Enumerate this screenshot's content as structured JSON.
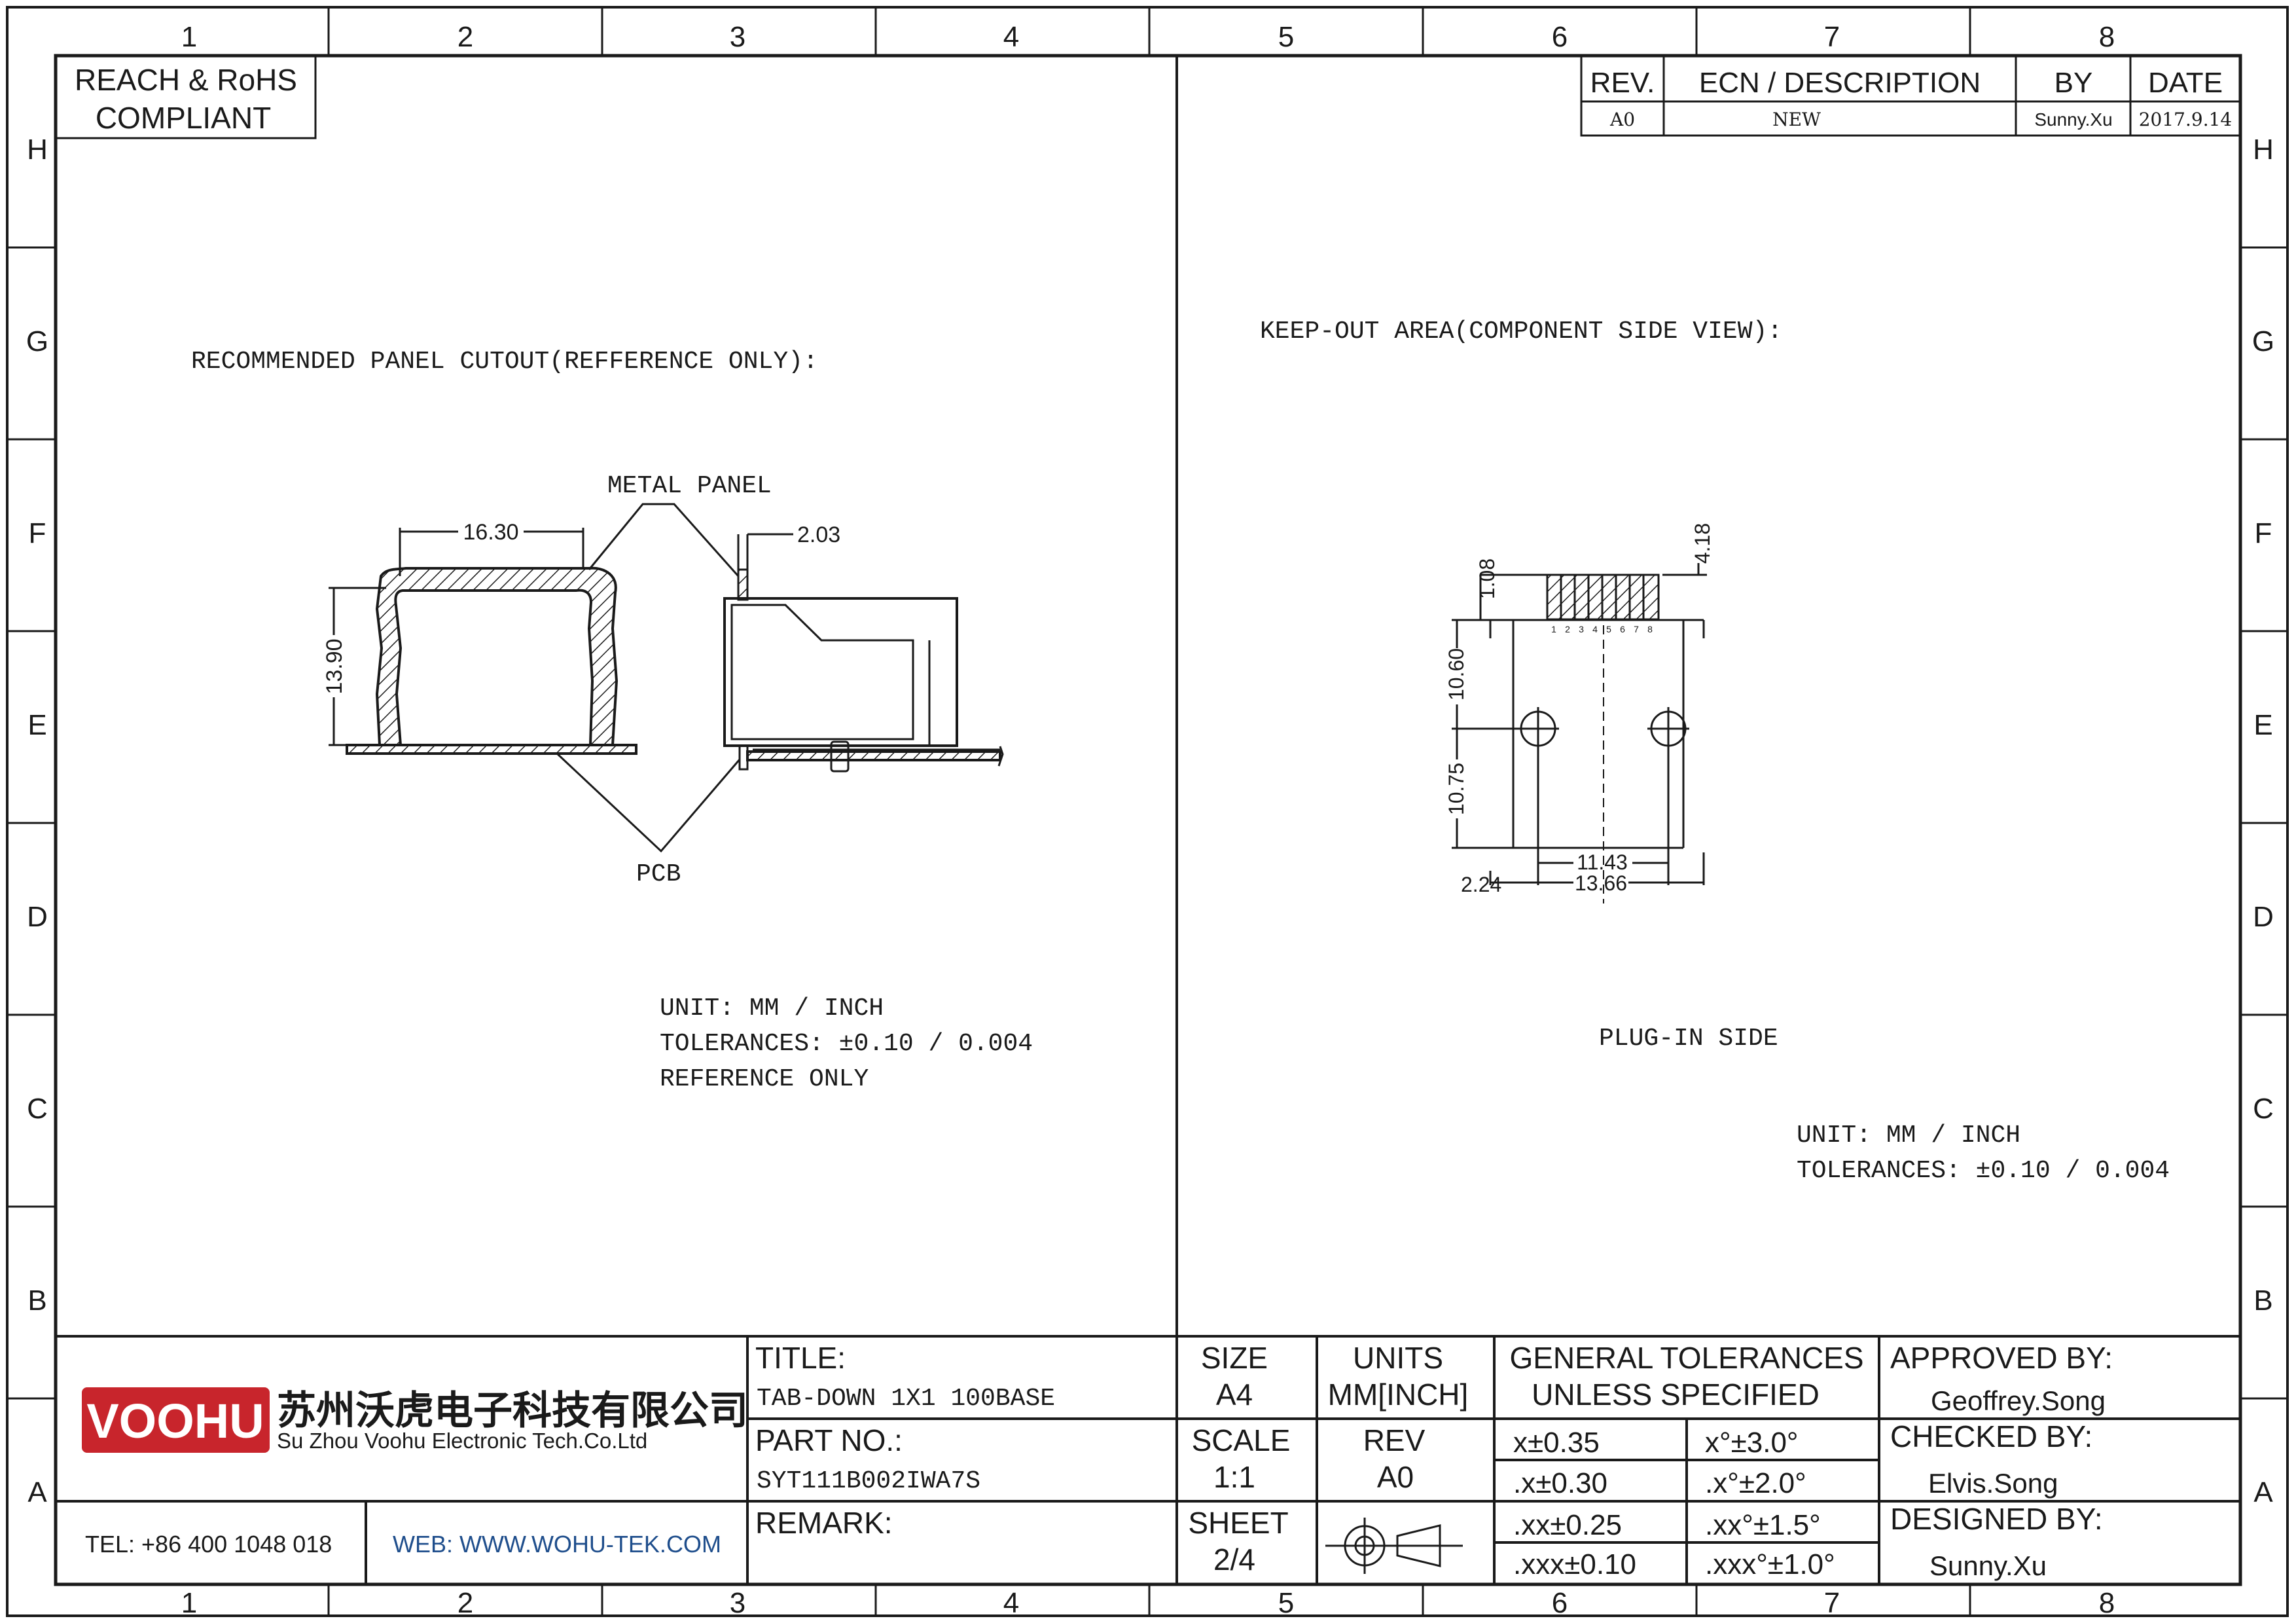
{
  "border": {
    "columns": [
      "1",
      "2",
      "3",
      "4",
      "5",
      "6",
      "7",
      "8"
    ],
    "rows": [
      "H",
      "G",
      "F",
      "E",
      "D",
      "C",
      "B",
      "A"
    ]
  },
  "compliance": {
    "line1": "REACH & RoHS",
    "line2": "COMPLIANT"
  },
  "revision_table": {
    "headers": [
      "REV.",
      "ECN / DESCRIPTION",
      "BY",
      "DATE"
    ],
    "row": [
      "A0",
      "NEW",
      "Sunny.Xu",
      "2017.9.14"
    ]
  },
  "left_view": {
    "heading": "RECOMMENDED PANEL CUTOUT(REFFERENCE ONLY):",
    "metal_panel_label": "METAL PANEL",
    "pcb_label": "PCB",
    "dim_width": "16.30",
    "dim_height": "13.90",
    "dim_panel": "2.03",
    "notes": [
      "UNIT: MM / INCH",
      "TOLERANCES: ±0.10 / 0.004",
      "REFERENCE ONLY"
    ]
  },
  "right_view": {
    "heading": "KEEP-OUT AREA(COMPONENT SIDE VIEW):",
    "dims": {
      "d418": "4.18",
      "d108": "1.08",
      "d1060": "10.60",
      "d1075": "10.75",
      "d1143": "11.43",
      "d1366": "13.66",
      "d224": "2.24"
    },
    "pin_numbers": [
      "1",
      "2",
      "3",
      "4",
      "5",
      "6",
      "7",
      "8"
    ],
    "plug_in_label": "PLUG-IN SIDE",
    "notes": [
      "UNIT: MM / INCH",
      "TOLERANCES: ±0.10 / 0.004"
    ]
  },
  "title_block": {
    "logo": "VOOHU",
    "company_cn": "苏州沃虎电子科技有限公司",
    "company_en": "Su Zhou Voohu Electronic Tech.Co.Ltd",
    "tel": "TEL: +86 400 1048 018",
    "web": "WEB: WWW.WOHU-TEK.COM",
    "title_label": "TITLE:",
    "title_value": "TAB-DOWN 1X1 100BASE",
    "part_label": "PART NO.:",
    "part_value": "SYT111B002IWA7S",
    "remark_label": "REMARK:",
    "size_label": "SIZE",
    "size_value": "A4",
    "units_label": "UNITS",
    "units_value": "MM[INCH]",
    "scale_label": "SCALE",
    "scale_value": "1:1",
    "rev_label": "REV",
    "rev_value": "A0",
    "sheet_label": "SHEET",
    "sheet_value": "2/4",
    "tol_title1": "GENERAL TOLERANCES",
    "tol_title2": "UNLESS SPECIFIED",
    "tolerances": [
      [
        "x±0.35",
        "x°±3.0°"
      ],
      [
        ".x±0.30",
        ".x°±2.0°"
      ],
      [
        ".xx±0.25",
        ".xx°±1.5°"
      ],
      [
        ".xxx±0.10",
        ".xxx°±1.0°"
      ]
    ],
    "approved_label": "APPROVED BY:",
    "approved_value": "Geoffrey.Song",
    "checked_label": "CHECKED BY:",
    "checked_value": "Elvis.Song",
    "designed_label": "DESIGNED BY:",
    "designed_value": "Sunny.Xu"
  },
  "colors": {
    "logo_red": "#c8252c",
    "web_blue": "#1f4e8c",
    "line": "#1a1a1a"
  }
}
